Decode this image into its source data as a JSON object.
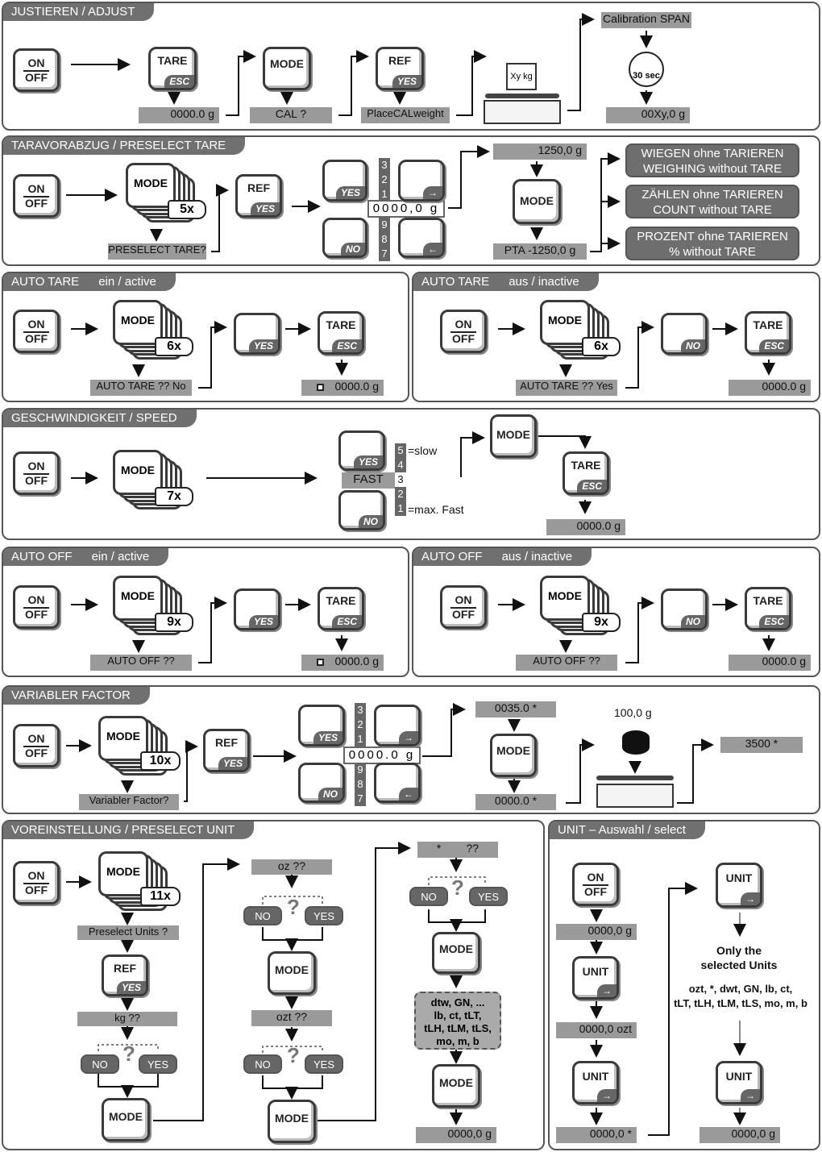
{
  "k": {
    "on": "ON",
    "off": "OFF",
    "tare": "TARE",
    "esc": "ESC",
    "mode": "MODE",
    "ref": "REF",
    "yes": "YES",
    "no": "NO",
    "unit": "UNIT"
  },
  "s1": {
    "title": "JUSTIEREN / ADJUST",
    "d1": "0000.0 g",
    "d2": "CAL ?",
    "d3": "PlaceCALweight",
    "weight": "Xy kg",
    "span": "Calibration SPAN",
    "timer": "30 sec",
    "d4": "00Xy,0 g"
  },
  "s2": {
    "title": "TARAVORABZUG / PRESELECT TARE",
    "count": "5x",
    "prompt": "PRESELECT TARE?",
    "nums_top": [
      "3",
      "2",
      "1"
    ],
    "digits": "0000,0 g",
    "nums_bot": [
      "9",
      "8",
      "7"
    ],
    "d1": "1250,0 g",
    "d2": "PTA  -1250,0 g",
    "opt1a": "WIEGEN ohne TARIEREN",
    "opt1b": "WEIGHING without TARE",
    "opt2a": "ZÄHLEN ohne TARIEREN",
    "opt2b": "COUNT without TARE",
    "opt3a": "PROZENT ohne TARIEREN",
    "opt3b": "% without TARE"
  },
  "s3a": {
    "title": "AUTO TARE",
    "state": "ein / active",
    "count": "6x",
    "prompt": "AUTO TARE ??  No",
    "d": "0000.0 g"
  },
  "s3b": {
    "title": "AUTO TARE",
    "state": "aus / inactive",
    "count": "6x",
    "prompt": "AUTO TARE ??  Yes",
    "d": "0000.0 g"
  },
  "s4": {
    "title": "GESCHWINDIGKEIT / SPEED",
    "count": "7x",
    "fast": "FAST",
    "nums": [
      "5",
      "4",
      "3",
      "2",
      "1"
    ],
    "slow": "=slow",
    "maxfast": "=max. Fast",
    "d": "0000.0 g"
  },
  "s5a": {
    "title": "AUTO OFF",
    "state": "ein / active",
    "count": "9x",
    "prompt": "AUTO OFF ??",
    "d": "0000.0 g"
  },
  "s5b": {
    "title": "AUTO OFF",
    "state": "aus / inactive",
    "count": "9x",
    "prompt": "AUTO OFF ??",
    "d": "0000.0 g"
  },
  "s6": {
    "title": "VARIABLER FACTOR",
    "count": "10x",
    "prompt": "Variabler Factor?",
    "nums_top": [
      "3",
      "2",
      "1"
    ],
    "digits": "0000.0 g",
    "nums_bot": [
      "9",
      "8",
      "7"
    ],
    "d1": "0035.0 *",
    "d2": "0000.0 *",
    "weight": "100,0 g",
    "d3": "3500 *"
  },
  "s7": {
    "title": "VOREINSTELLUNG / PRESELECT UNIT",
    "count": "11x",
    "prompt": "Preselect Units ?",
    "kg": "kg  ??",
    "oz": "oz ??",
    "ozt": "ozt ??",
    "star": "*        ??",
    "units": "dtw, GN, ...\nlb, ct, tLT,\ntLH, tLM, tLS,\nmo, m, b",
    "d": "0000,0 g",
    "q": "?"
  },
  "s8": {
    "title": "UNIT –  Auswahl / select",
    "d1": "0000,0 g",
    "d2": "0000,0 ozt",
    "d3": "0000,0 *",
    "d4": "0000,0 g",
    "only1": "Only the",
    "only2": "selected Units",
    "list1": "ozt, *, dwt, GN, lb, ct,",
    "list2": "tLT, tLH, tLM, tLS, mo, m, b"
  }
}
